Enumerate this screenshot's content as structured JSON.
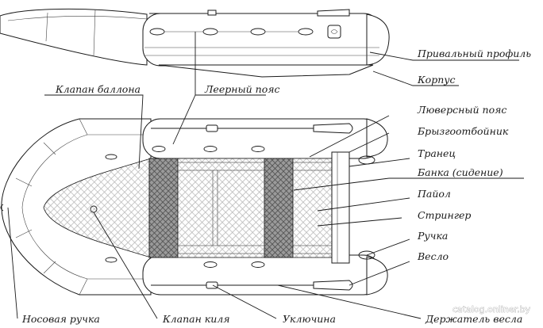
{
  "labels": {
    "rub_profile": "Привальный профиль",
    "hull": "Корпус",
    "lifeline": "Леерный пояс",
    "balloon_valve": "Клапан баллона",
    "grommet_belt": "Люверсный пояс",
    "splash_guard": "Брызгоотбойник",
    "transom": "Транец",
    "bench": "Банка (сидение)",
    "floor": "Пайол",
    "stringer": "Стрингер",
    "handle": "Ручка",
    "oar": "Весло",
    "bow_handle": "Носовая ручка",
    "keel_valve": "Клапан киля",
    "oarlock": "Уключина",
    "oar_holder": "Держатель весла"
  },
  "watermark": "catalog.onliner.by",
  "colors": {
    "line": "#1a1a1a",
    "mesh": "#bdbdbd",
    "mesh_dark": "#6e6e6e",
    "background": "#ffffff"
  }
}
